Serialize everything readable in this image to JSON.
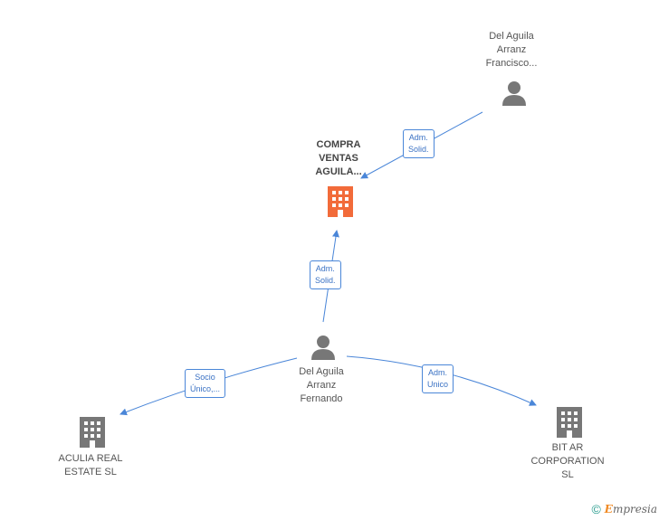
{
  "nodes": {
    "francisco": {
      "lines": [
        "Del Aguila",
        "Arranz",
        "Francisco..."
      ]
    },
    "compra": {
      "lines": [
        "COMPRA",
        "VENTAS",
        "AGUILA..."
      ]
    },
    "fernando": {
      "lines": [
        "Del Aguila",
        "Arranz",
        "Fernando"
      ]
    },
    "aculia": {
      "lines": [
        "ACULIA REAL",
        "ESTATE SL"
      ]
    },
    "bitar": {
      "lines": [
        "BIT AR",
        "CORPORATION",
        "SL"
      ]
    }
  },
  "edges": {
    "francisco_compra": [
      "Adm.",
      "Solid."
    ],
    "fernando_compra": [
      "Adm.",
      "Solid."
    ],
    "fernando_aculia": [
      "Socio",
      "Único,..."
    ],
    "fernando_bitar": [
      "Adm.",
      "Unico"
    ]
  },
  "colors": {
    "edge": "#4a86d8",
    "person": "#777777",
    "company": "#777777",
    "company_main": "#f26b3a"
  },
  "footer": {
    "copyright": "©",
    "brand_initial": "E",
    "brand_rest": "mpresia"
  }
}
